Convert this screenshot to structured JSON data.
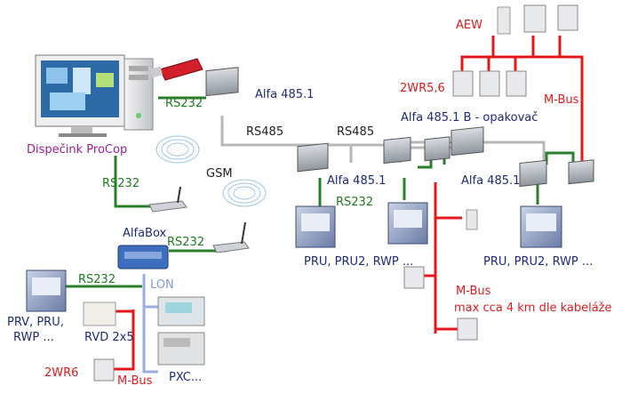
{
  "labels": {
    "dispecink": "Dispečink ProCop",
    "rs232_pc": "RS232",
    "rs232_left": "RS232",
    "rs232_alfabox": "RS232",
    "rs232_mid": "RS232",
    "rs232_bottom_left": "RS232",
    "alfa_top": "Alfa 485.1",
    "rs485_a": "RS485",
    "rs485_b": "RS485",
    "gsm": "GSM",
    "alfa_mid": "Alfa 485.1",
    "alfa_right": "Alfa 485.1",
    "alfa_repeater": "Alfa 485.1 B - opakovač",
    "aew": "AEW",
    "wr56": "2WR5,6",
    "mbus_top": "M-Bus",
    "mbus_mid": "M-Bus",
    "mbus_max": "max cca 4 km dle kabeláže",
    "mbus_bottom": "M-Bus",
    "pru_mid": "PRU, PRU2, RWP ...",
    "pru_right": "PRU, PRU2, RWP ...",
    "alfabox": "AlfaBox",
    "lon": "LON",
    "prv_1": "PRV, PRU,",
    "prv_2": "RWP ...",
    "rvd": "RVD 2x5",
    "wr6": "2WR6",
    "pxc": "PXC..."
  }
}
